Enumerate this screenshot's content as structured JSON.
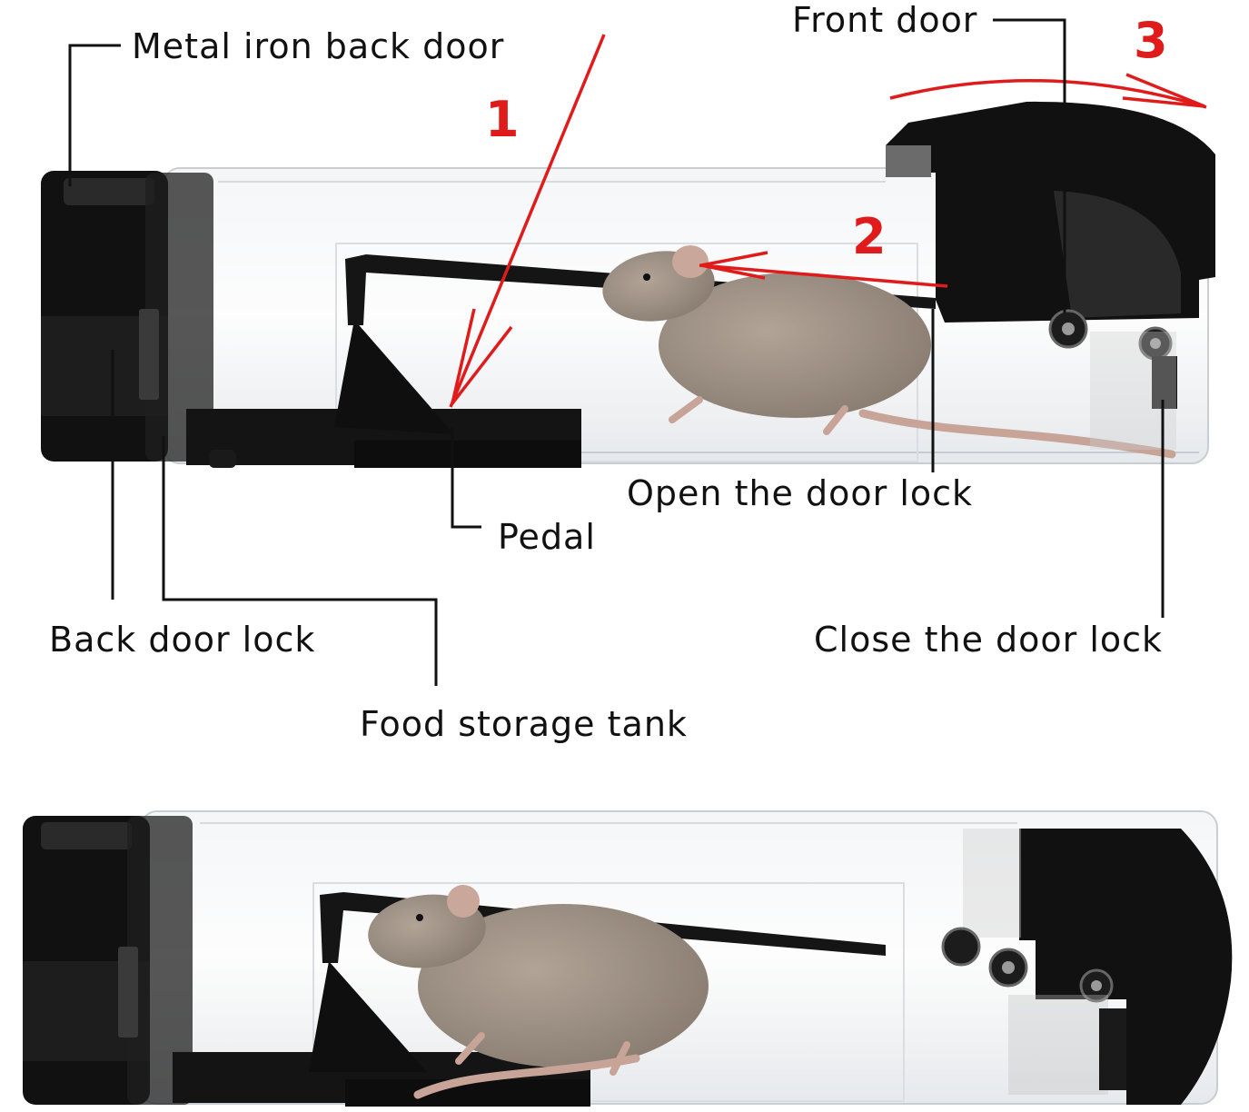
{
  "labels": {
    "metal_iron_back_door": "Metal iron back door",
    "front_door": "Front door",
    "open_the_door_lock": "Open the door lock",
    "pedal": "Pedal",
    "back_door_lock": "Back door lock",
    "close_the_door_lock": "Close the door lock",
    "food_storage_tank": "Food storage tank"
  },
  "steps": {
    "step1": "1",
    "step2": "2",
    "step3": "3"
  },
  "colors": {
    "arrow": "#e01b1b",
    "trap_black": "#111111",
    "clear_tube": "#e9ecef",
    "mouse": "#9a8c80"
  }
}
